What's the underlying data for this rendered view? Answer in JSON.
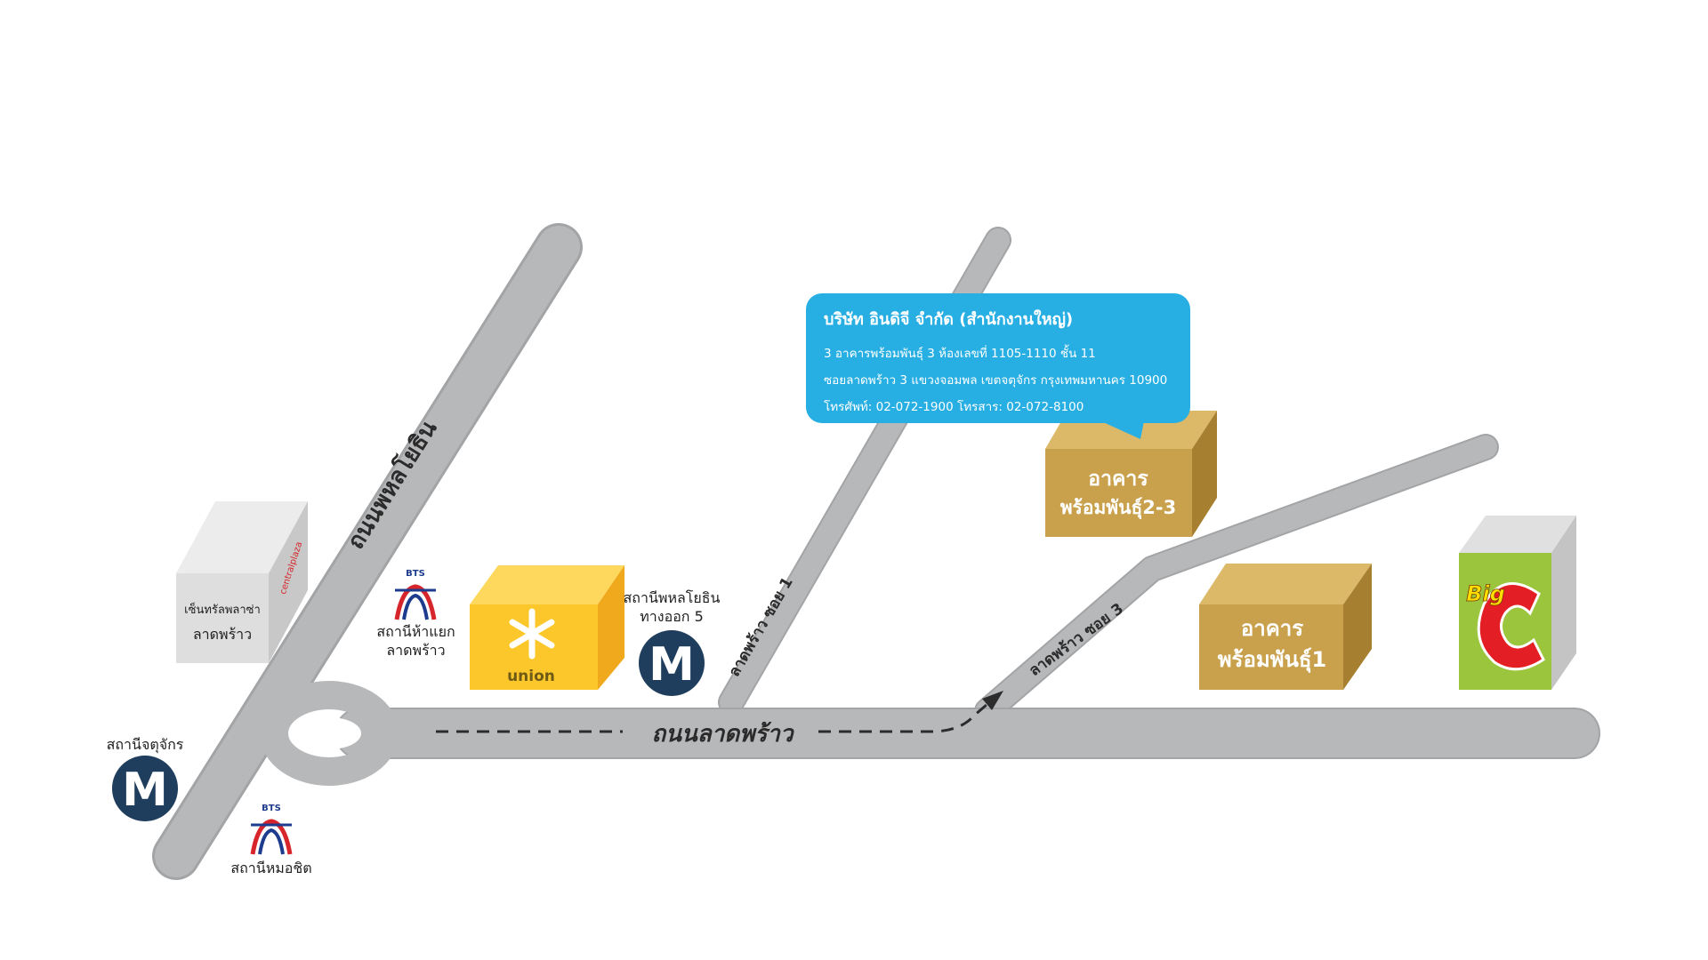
{
  "colors": {
    "road": "#b7b8ba",
    "road_edge": "#a3a4a6",
    "bubble": "#27aee3",
    "gold_front": "#c9a04c",
    "gold_top": "#dcb968",
    "gold_side": "#a77f30",
    "union_front": "#fcc72a",
    "union_top": "#fdd85c",
    "union_side": "#f0a81d",
    "gray_front": "#dedede",
    "gray_top": "#ececec",
    "gray_side": "#c8c8c8",
    "bigc_green": "#9bc53d",
    "bigc_red": "#e31e24",
    "metro_blue": "#1f3d5c",
    "bts_red": "#d7262b",
    "bts_blue": "#1d3c8d"
  },
  "roads": {
    "phahon_yothin": "ถนนพหลโยธิน",
    "lat_phrao": "ถนนลาดพร้าว",
    "soi_1": "ลาดพร้าว ซอย 1",
    "soi_3": "ลาดพร้าว ซอย 3"
  },
  "company": {
    "name": "บริษัท อินดิจี จำกัด (สำนักงานใหญ่)",
    "line1": "3 อาคารพร้อมพันธุ์ 3 ห้องเลขที่ 1105-1110  ชั้น 11",
    "line2": "ซอยลาดพร้าว 3 แขวงจอมพล เขตจตุจักร กรุงเทพมหานคร 10900",
    "line3": "โทรศัพท์: 02-072-1900   โทรสาร: 02-072-8100"
  },
  "buildings": {
    "central": {
      "line1": "เซ็นทรัลพลาซ่า",
      "line2": "ลาดพร้าว",
      "side_text": "centralplaza"
    },
    "union": {
      "logo_text": "union"
    },
    "prompan23": {
      "line1": "อาคาร",
      "line2": "พร้อมพันธุ์2-3"
    },
    "prompan1": {
      "line1": "อาคาร",
      "line2": "พร้อมพันธุ์1"
    },
    "bigc": {
      "logo_big": "Big",
      "logo_c": "C"
    }
  },
  "stations": {
    "bts_ha_yaek": {
      "line1": "สถานีห้าแยก",
      "line2": "ลาดพร้าว",
      "logo": "BTS"
    },
    "bts_mo_chit": {
      "line1": "สถานีหมอชิต",
      "logo": "BTS"
    },
    "mrt_phahon": {
      "line1": "สถานีพหลโยธิน",
      "line2": "ทางออก 5",
      "logo": "M"
    },
    "mrt_chatuchak": {
      "line1": "สถานีจตุจักร",
      "logo": "M"
    }
  }
}
